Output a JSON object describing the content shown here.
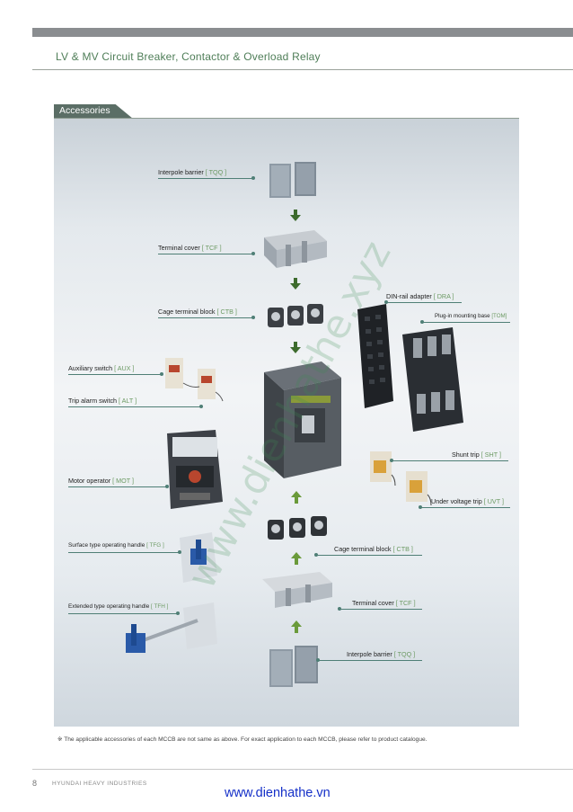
{
  "header": {
    "title": "LV & MV Circuit Breaker, Contactor & Overload Relay"
  },
  "section": {
    "label": "Accessories"
  },
  "labels": {
    "interpole_barrier_top": {
      "text": "Interpole barrier",
      "code": "[ TQQ ]"
    },
    "terminal_cover_top": {
      "text": "Terminal cover",
      "code": "[ TCF ]"
    },
    "cage_terminal_top": {
      "text": "Cage terminal block",
      "code": "[ CTB ]"
    },
    "din_rail": {
      "text": "DIN-rail adapter",
      "code": "[ DRA ]"
    },
    "plug_in": {
      "text": "Plug-in mounting base",
      "code": "[TOM]"
    },
    "aux_switch": {
      "text": "Auxiliary switch",
      "code": "[ AUX ]"
    },
    "trip_alarm": {
      "text": "Trip alarm switch",
      "code": "[ ALT ]"
    },
    "shunt_trip": {
      "text": "Shunt trip",
      "code": "[ SHT ]"
    },
    "motor_operator": {
      "text": "Motor operator",
      "code": "[ MOT ]"
    },
    "under_voltage": {
      "text": "Under voltage trip",
      "code": "[ UVT ]"
    },
    "surface_handle": {
      "text": "Surface type operating handle",
      "code": "[ TFG ]"
    },
    "cage_terminal_bottom": {
      "text": "Cage terminal block",
      "code": "[ CTB ]"
    },
    "terminal_cover_bottom": {
      "text": "Terminal cover",
      "code": "[ TCF ]"
    },
    "extended_handle": {
      "text": "Extended type operating handle",
      "code": "[ TFH ]"
    },
    "interpole_barrier_bottom": {
      "text": "Interpole barrier",
      "code": "[ TQQ ]"
    }
  },
  "footnote": "※ The applicable accessories of each MCCB are not same as above. For exact application to each MCCB, please refer to product catalogue.",
  "footer": {
    "page_number": "8",
    "company": "HYUNDAI HEAVY INDUSTRIES",
    "website": "www.dienhathe.vn"
  },
  "watermark": "www.dienhathe.xyz",
  "colors": {
    "accent_green": "#4f7e58",
    "code_green": "#6c9a63",
    "leader_line": "#4f7f76",
    "arrow_green": "#4a7c2e"
  }
}
